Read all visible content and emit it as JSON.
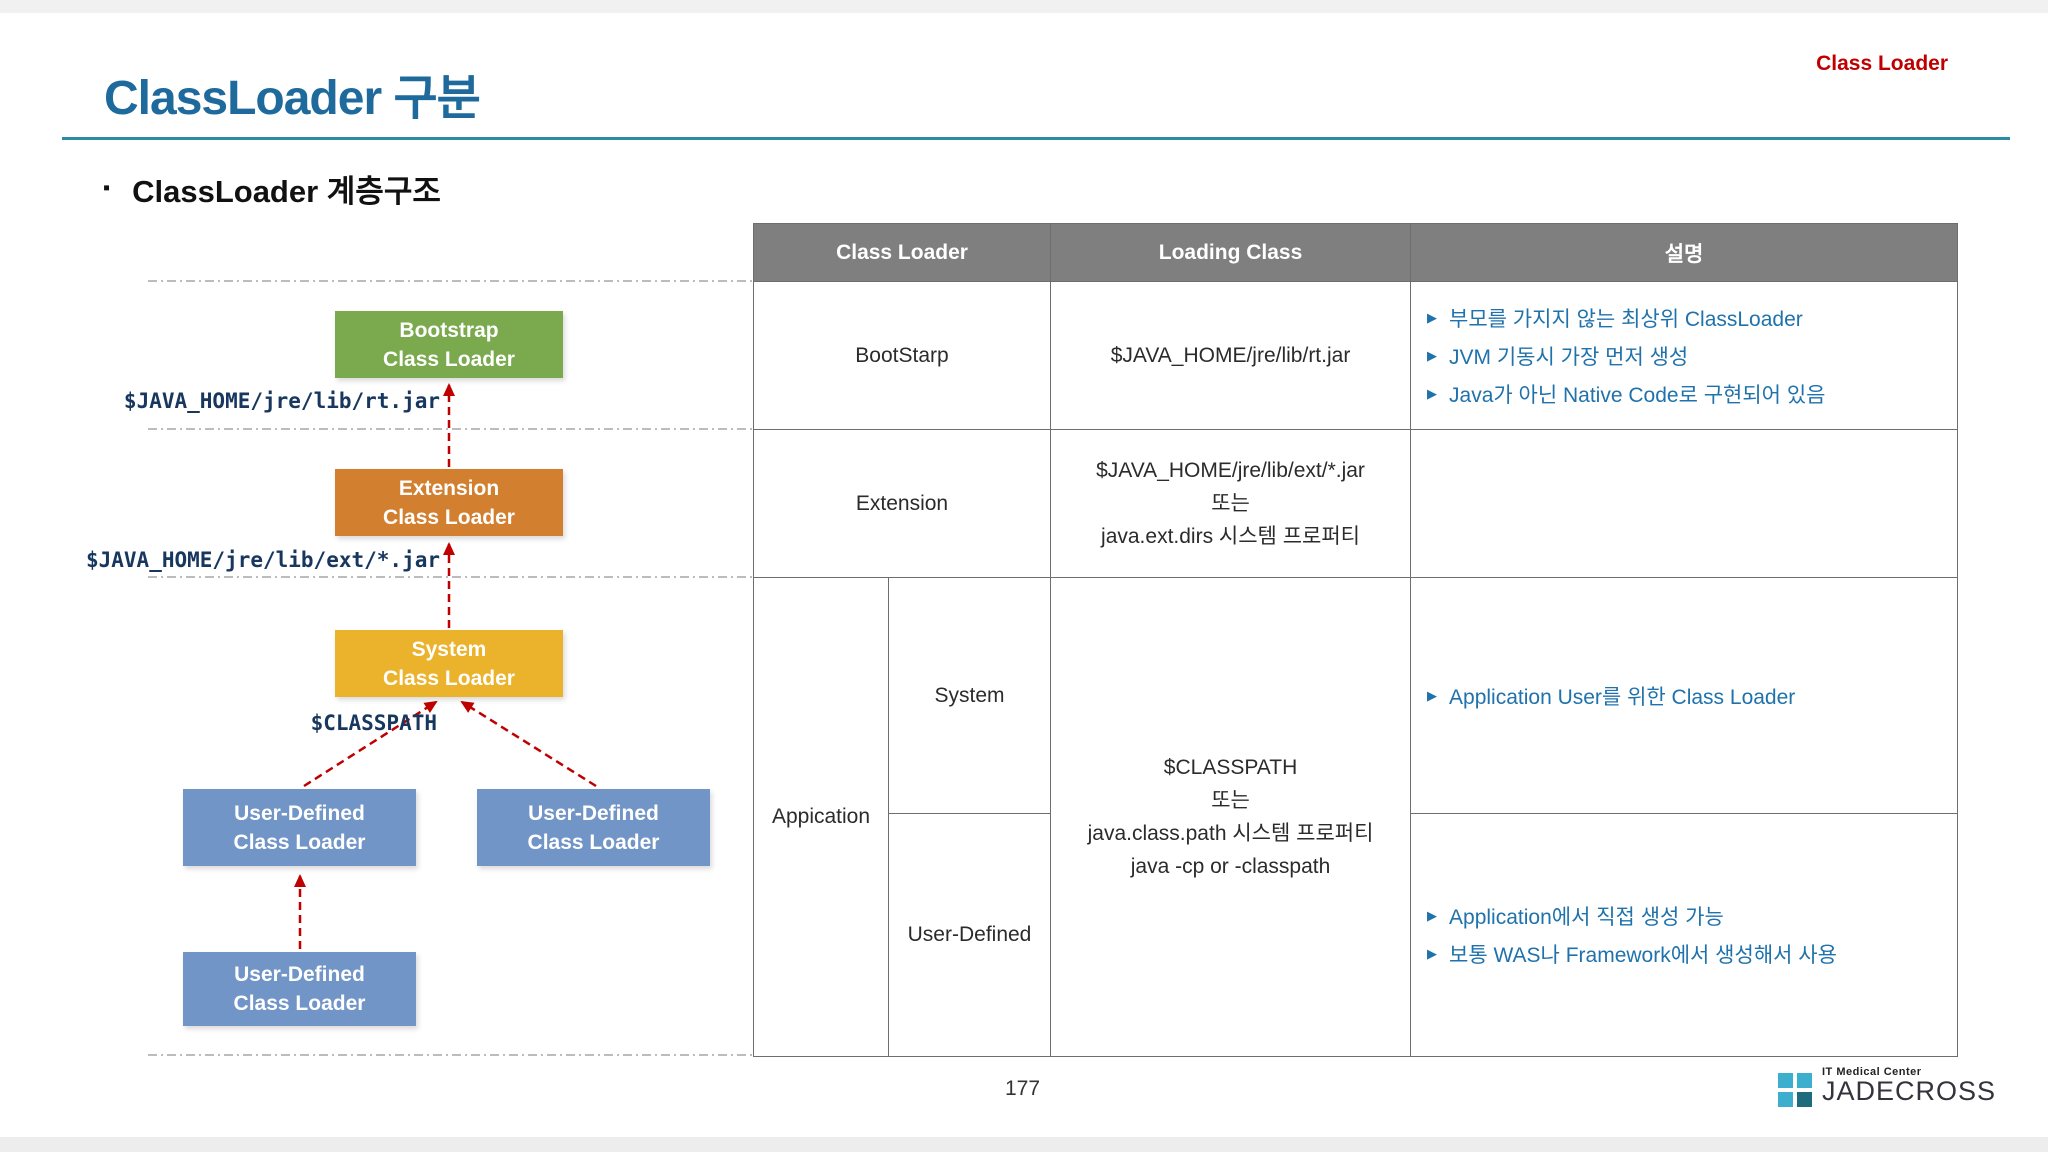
{
  "header": {
    "title": "ClassLoader 구분",
    "corner_label": "Class Loader",
    "section_bullet": "▪",
    "section_title": "ClassLoader 계층구조"
  },
  "diagram": {
    "boxes": {
      "bootstrap": {
        "label": "Bootstrap\nClass Loader",
        "color": "#7BA94E"
      },
      "extension": {
        "label": "Extension\nClass Loader",
        "color": "#D2802F"
      },
      "system": {
        "label": "System\nClass Loader",
        "color": "#EBB32C"
      },
      "user_defined_left": {
        "label": "User-Defined\nClass Loader",
        "color": "#7295C7"
      },
      "user_defined_right": {
        "label": "User-Defined\nClass Loader",
        "color": "#7295C7"
      },
      "user_defined_bottom": {
        "label": "User-Defined\nClass Loader",
        "color": "#7295C7"
      }
    },
    "path_labels": {
      "rt_jar": "$JAVA_HOME/jre/lib/rt.jar",
      "ext_jar": "$JAVA_HOME/jre/lib/ext/*.jar",
      "classpath": "$CLASSPATH"
    },
    "arrow_color": "#C00000"
  },
  "table": {
    "headers": [
      "Class Loader",
      "Loading Class",
      "설명"
    ],
    "bullet_glyph": "▶",
    "rows": {
      "bootstrap": {
        "class_loader": "BootStarp",
        "loading_class": "$JAVA_HOME/jre/lib/rt.jar",
        "desc": [
          "부모를 가지지 않는 최상위 ClassLoader",
          "JVM 기동시 가장 먼저 생성",
          "Java가 아닌 Native Code로 구현되어 있음"
        ]
      },
      "extension": {
        "class_loader": "Extension",
        "loading_class": "$JAVA_HOME/jre/lib/ext/*.jar\n또는\njava.ext.dirs 시스템 프로퍼티",
        "desc": []
      },
      "application": {
        "class_loader": "Appication",
        "loading_class": "$CLASSPATH\n또는\njava.class.path 시스템 프로퍼티\njava -cp or -classpath",
        "sub_rows": {
          "system": {
            "label": "System",
            "desc": [
              "Application User를 위한 Class Loader"
            ]
          },
          "user_defined": {
            "label": "User-Defined",
            "desc": [
              "Application에서 직접 생성 가능",
              "보통 WAS나 Framework에서 생성해서 사용"
            ]
          }
        }
      }
    }
  },
  "footer": {
    "page_number": "177",
    "logo": {
      "tagline": "IT Medical Center",
      "brand": "JADECROSS"
    }
  },
  "colors": {
    "title_blue": "#1E6A9D",
    "accent_red": "#C00000",
    "divider_teal": "#2E8BA6",
    "table_header_bg": "#7F7F7F",
    "desc_text_blue": "#1F72AC",
    "logo_light_blue": "#3CAFCE",
    "logo_dark_teal": "#1F6B7E"
  }
}
